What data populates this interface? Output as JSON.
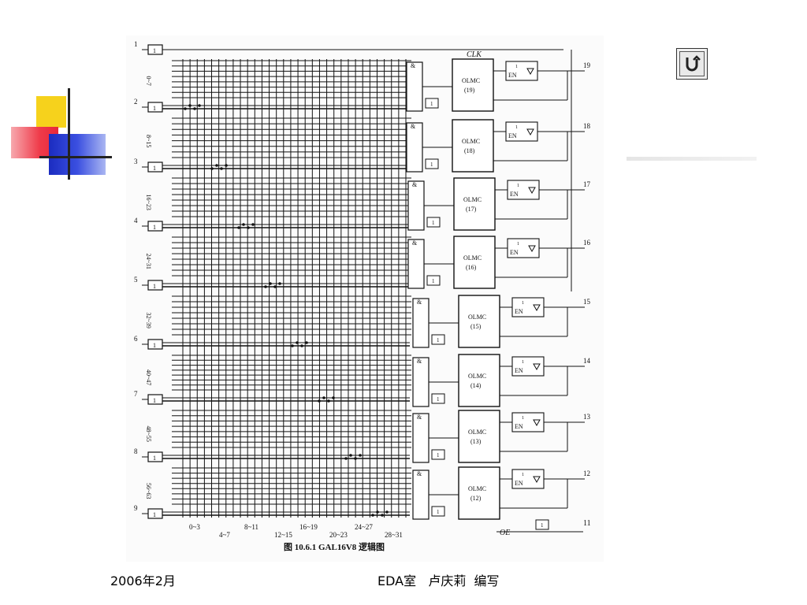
{
  "slide": {
    "footer_date": "2006年2月",
    "footer_author": "EDA室   卢庆莉  编写"
  },
  "nav": {
    "return_icon": "return-arrow-icon"
  },
  "figure": {
    "caption": "图 10.6.1  GAL16V8 逻辑图",
    "clk_label": "CLK",
    "oe_label": "OE",
    "and_symbol": "&",
    "buffer_symbol": "1",
    "en_label": "EN",
    "input_pins": [
      "1",
      "2",
      "3",
      "4",
      "5",
      "6",
      "7",
      "8",
      "9"
    ],
    "row_ranges": [
      "0~7",
      "8~15",
      "16~23",
      "24~31",
      "32~39",
      "40~47",
      "48~55",
      "56~63"
    ],
    "olmc": [
      {
        "name": "OLMC",
        "num": "(19)",
        "pin": "19"
      },
      {
        "name": "OLMC",
        "num": "(18)",
        "pin": "18"
      },
      {
        "name": "OLMC",
        "num": "(17)",
        "pin": "17"
      },
      {
        "name": "OLMC",
        "num": "(16)",
        "pin": "16"
      },
      {
        "name": "OLMC",
        "num": "(15)",
        "pin": "15"
      },
      {
        "name": "OLMC",
        "num": "(14)",
        "pin": "14"
      },
      {
        "name": "OLMC",
        "num": "(13)",
        "pin": "13"
      },
      {
        "name": "OLMC",
        "num": "(12)",
        "pin": "12"
      }
    ],
    "oe_pin": "11",
    "column_labels_top": [
      "0~3",
      "8~11",
      "16~19",
      "24~27"
    ],
    "column_labels_bottom": [
      "4~7",
      "12~15",
      "20~23",
      "28~31"
    ]
  }
}
